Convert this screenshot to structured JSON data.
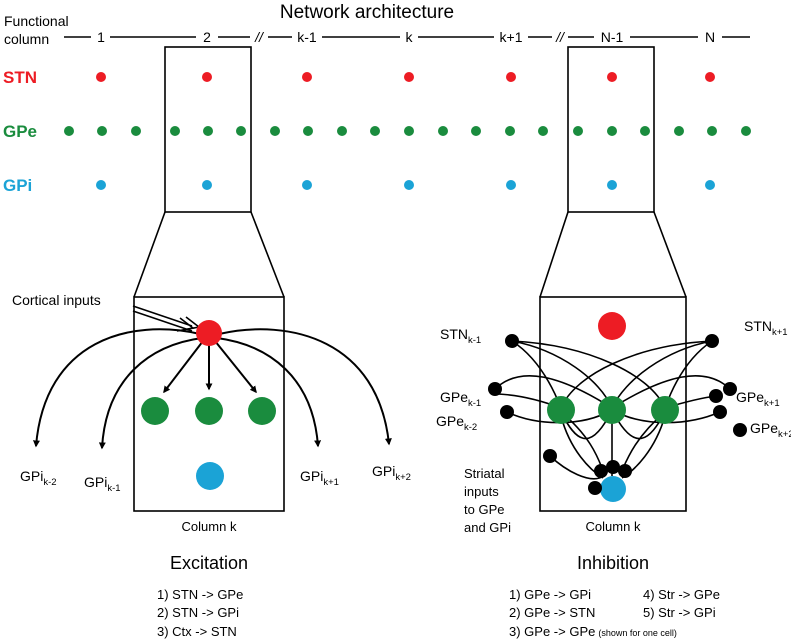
{
  "title": "Network architecture",
  "column_label_line1": "Functional",
  "column_label_line2": "column",
  "columns": [
    "1",
    "2",
    "k-1",
    "k",
    "k+1",
    "N-1",
    "N"
  ],
  "break_mark": "//",
  "rows": [
    {
      "label": "STN",
      "color": "#ed1c24"
    },
    {
      "label": "GPe",
      "color": "#1a8c3e"
    },
    {
      "label": "GPi",
      "color": "#1ba3d6"
    }
  ],
  "colors": {
    "stn": "#ed1c24",
    "gpe": "#1a8c3e",
    "gpi": "#1ba3d6",
    "striatal": "#000000"
  },
  "left_panel": {
    "cortical_inputs": "Cortical inputs",
    "column_label": "Column k",
    "heading": "Excitation",
    "targets": [
      {
        "base": "GPi",
        "sub": "k-2"
      },
      {
        "base": "GPi",
        "sub": "k-1"
      },
      {
        "base": "GPi",
        "sub": "k+1"
      },
      {
        "base": "GPi",
        "sub": "k+2"
      }
    ],
    "legend": [
      "1) STN -> GPe",
      "2) STN -> GPi",
      "3) Ctx  -> STN"
    ]
  },
  "right_panel": {
    "column_label": "Column k",
    "heading": "Inhibition",
    "neighbors": {
      "stn_left": {
        "base": "STN",
        "sub": "k-1"
      },
      "stn_right": {
        "base": "STN",
        "sub": "k+1"
      },
      "gpe_l1": {
        "base": "GPe",
        "sub": "k-1"
      },
      "gpe_l2": {
        "base": "GPe",
        "sub": "k-2"
      },
      "gpe_r1": {
        "base": "GPe",
        "sub": "k+1"
      },
      "gpe_r2": {
        "base": "GPe",
        "sub": "k+2"
      }
    },
    "striatal_lines": [
      "Striatal",
      "inputs",
      "to GPe",
      "and GPi"
    ],
    "legend_left": [
      "1) GPe -> GPi",
      "2) GPe -> STN",
      "3) GPe -> GPe"
    ],
    "legend_left_note": "(shown for one cell)",
    "legend_right": [
      "4) Str   -> GPe",
      "5) Str   -> GPi"
    ]
  }
}
